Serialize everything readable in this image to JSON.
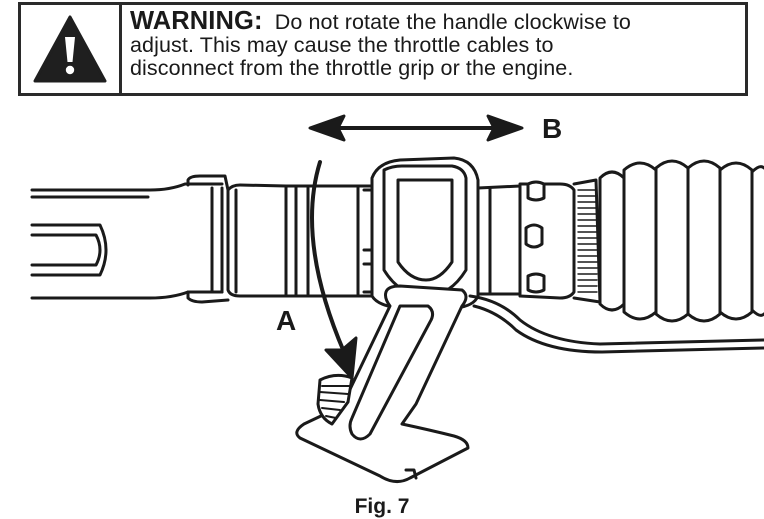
{
  "warning": {
    "heading": "WARNING:",
    "line1": "Do not rotate the handle clockwise to",
    "line2": "adjust.  This may cause the throttle cables to",
    "line3": "disconnect from the throttle grip or the engine.",
    "icon": "exclamation-triangle-icon"
  },
  "figure": {
    "callout_a": "A",
    "callout_b": "B",
    "caption": "Fig. 7"
  }
}
